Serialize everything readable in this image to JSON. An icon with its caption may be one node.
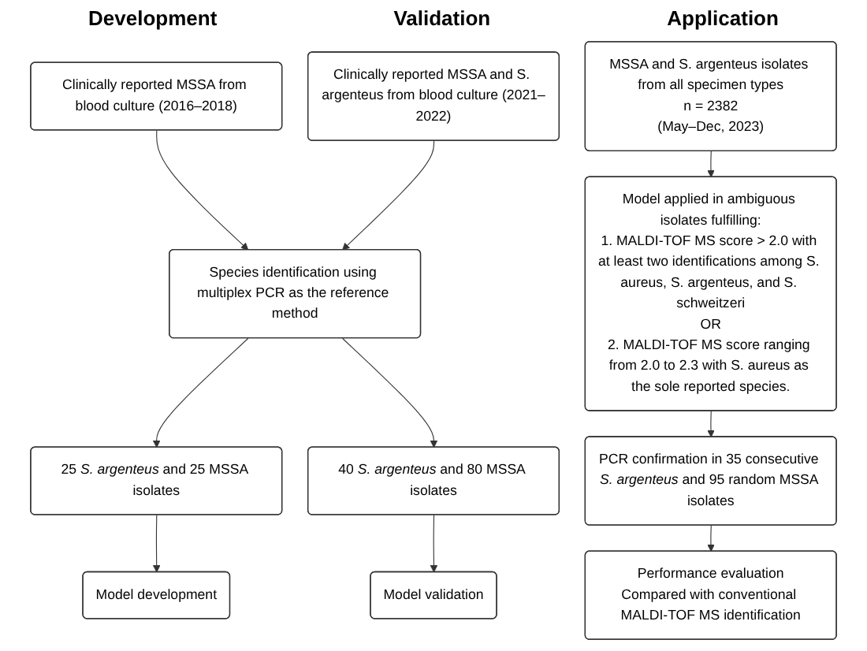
{
  "diagram": {
    "nodes": [
      {
        "text": [
          "Clinically reported MSSA from blood culture (2016–2018)"
        ]
      },
      {
        "text": [
          "Clinically reported MSSA and S. argenteus from blood culture (2021–2022)"
        ]
      },
      {
        "text": [
          "Species identification using multiplex PCR as the reference method"
        ]
      },
      {
        "text": [
          "25 *S. argenteus* and 25 MSSA isolates"
        ]
      },
      {
        "text": [
          "40 *S. argenteus* and 80 MSSA isolates"
        ]
      },
      {
        "text": [
          "Model development"
        ]
      },
      {
        "text": [
          "Model validation"
        ]
      },
      {
        "text": [
          "MSSA and S. argenteus isolates from all specimen types",
          "n = 2382",
          "(May–Dec, 2023)"
        ]
      },
      {
        "text": [
          "Model applied in ambiguous isolates fulfilling:",
          "1. MALDI-TOF MS score > 2.0 with at least two identifications among S. aureus, S. argenteus, and S. schweitzeri",
          "OR",
          "2. MALDI-TOF MS score ranging from 2.0 to 2.3 with S. aureus as the sole reported species."
        ]
      },
      {
        "text": [
          "PCR confirmation in 35 consecutive *S. argenteus* and 95 random MSSA isolates"
        ]
      },
      {
        "text": [
          "Performance evaluation",
          "Compared with conventional MALDI-TOF MS identification"
        ]
      }
    ],
    "edges": [
      {
        "from": 0,
        "to": 2,
        "arrow": "to"
      },
      {
        "from": 1,
        "to": 2,
        "arrow": "to"
      },
      {
        "from": 2,
        "to": 3,
        "arrow": "to"
      },
      {
        "from": 2,
        "to": 4,
        "arrow": "to"
      },
      {
        "from": 3,
        "to": 5,
        "arrow": "to"
      },
      {
        "from": 4,
        "to": 6,
        "arrow": "to"
      },
      {
        "from": 7,
        "to": 8,
        "arrow": "to"
      },
      {
        "from": 8,
        "to": 9,
        "arrow": "to"
      },
      {
        "from": 9,
        "to": 10,
        "arrow": "to"
      }
    ],
    "labels": [
      "Development",
      "Validation",
      "Application"
    ]
  }
}
